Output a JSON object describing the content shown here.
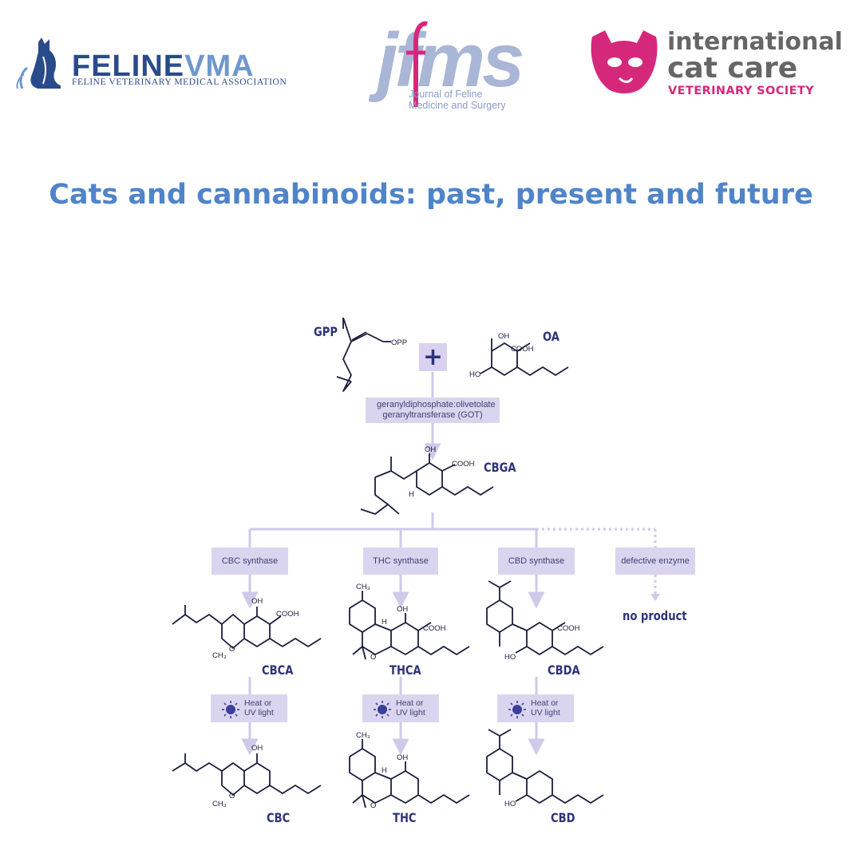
{
  "header": {
    "fvma_word_1": "FELINE",
    "fvma_word_2": "VMA",
    "fvma_sub": "FELINE VETERINARY MEDICAL ASSOCIATION",
    "jfms_word": "jfms",
    "jfms_sub": "Journal of Feline Medicine and Surgery",
    "icc_line1": "international",
    "icc_line2": "cat care",
    "icc_line3": "VETERINARY SOCIETY"
  },
  "title": "Cats and cannabinoids: past, present and future",
  "diagram": {
    "precursors": {
      "gpp": "GPP",
      "oa": "OA",
      "plus": "+",
      "opp": "OPP",
      "oh": "OH",
      "cooh": "COOH",
      "ho": "HO",
      "h": "H",
      "ch3": "CH₃",
      "o": "O"
    },
    "got_enzyme": "geranyldiphosphate:olivetolate geranyltransferase (GOT)",
    "cbga": "CBGA",
    "enzymes": {
      "cbc": "CBC synthase",
      "thc": "THC synthase",
      "cbd": "CBD synthase",
      "defective": "defective enzyme"
    },
    "no_product": "no product",
    "acids": {
      "cbca": "CBCA",
      "thca": "THCA",
      "cbda": "CBDA"
    },
    "heat_label_1": "Heat or",
    "heat_label_2": "UV light",
    "products": {
      "cbc": "CBC",
      "thc": "THC",
      "cbd": "CBD"
    }
  },
  "colors": {
    "title_blue": "#4f84c9",
    "fvma_dark": "#2a4b8a",
    "fvma_light": "#6e97cf",
    "jfms_lavender": "#a9b6d6",
    "icc_pink": "#d6287b",
    "icc_grey": "#666666",
    "box_fill": "#dad5ef",
    "label_navy": "#2e3478",
    "connector": "#cfc9ea"
  }
}
